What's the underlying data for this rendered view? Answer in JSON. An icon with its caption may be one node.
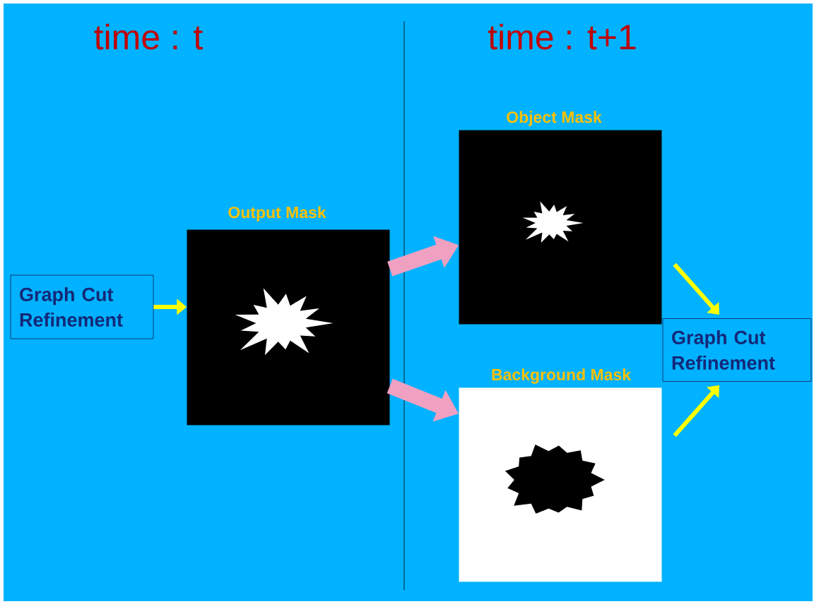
{
  "diagram": {
    "nodes": [
      {
        "text": [
          "Graph Cut Refinement"
        ]
      },
      {
        "text": [
          "Output Mask"
        ]
      },
      {
        "text": [
          "Object Mask"
        ]
      },
      {
        "text": [
          "Background Mask"
        ]
      },
      {
        "text": [
          "Graph Cut Refinement"
        ]
      }
    ],
    "edges": [
      {
        "from": 0,
        "to": 1,
        "arrow": "to"
      },
      {
        "from": 1,
        "to": 2,
        "arrow": "to",
        "style": "thick",
        "color": "#f0a0c0"
      },
      {
        "from": 1,
        "to": 3,
        "arrow": "to",
        "style": "thick",
        "color": "#f0a0c0"
      },
      {
        "from": 2,
        "to": 4,
        "arrow": "to"
      },
      {
        "from": 3,
        "to": 4,
        "arrow": "to"
      }
    ],
    "labels": [
      "time : t",
      "time : t+1"
    ]
  }
}
